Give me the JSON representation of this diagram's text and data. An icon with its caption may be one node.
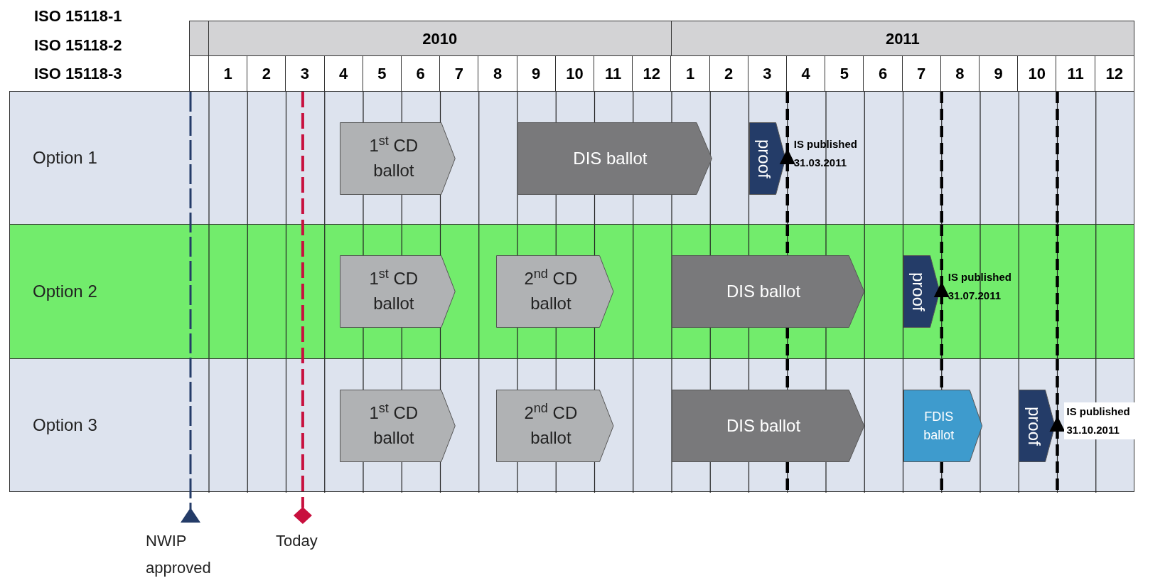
{
  "diagram": {
    "nodes": [
      {
        "text": [
          "Option 1"
        ]
      },
      {
        "text": [
          "1$^{st}$ CD ballot"
        ],
        "in": 0
      },
      {
        "text": [
          "DIS ballot"
        ],
        "in": 0
      },
      {
        "text": [
          "proof"
        ],
        "in": 0
      },
      {
        "text": [
          "Option 2"
        ]
      },
      {
        "text": [
          "1$^{st}$ CD ballot"
        ],
        "in": 4
      },
      {
        "text": [
          "2$^{nd}$ CD ballot"
        ],
        "in": 4
      },
      {
        "text": [
          "DIS ballot"
        ],
        "in": 4
      },
      {
        "text": [
          "proof"
        ],
        "in": 4
      },
      {
        "text": [
          "Option 3"
        ]
      },
      {
        "text": [
          "1$^{st}$ CD ballot"
        ],
        "in": 9
      },
      {
        "text": [
          "2$^{nd}$ CD ballot"
        ],
        "in": 9
      },
      {
        "text": [
          "DIS ballot"
        ],
        "in": 9
      },
      {
        "text": [
          "FDIS ballot"
        ],
        "in": 9
      },
      {
        "text": [
          "proof"
        ],
        "in": 9
      }
    ],
    "labels": [
      "ISO 15118-1",
      "ISO 15118-2",
      "ISO 15118-3",
      "2010",
      "2011",
      "1",
      "2",
      "3",
      "4",
      "5",
      "6",
      "7",
      "8",
      "9",
      "10",
      "11",
      "12",
      "1",
      "2",
      "3",
      "4",
      "5",
      "6",
      "7",
      "8",
      "9",
      "10",
      "11",
      "12",
      "IS published 31.03.2011",
      "IS published 31.07.2011",
      "IS published 31.10.2011",
      "NWIP approved",
      "Today"
    ]
  }
}
